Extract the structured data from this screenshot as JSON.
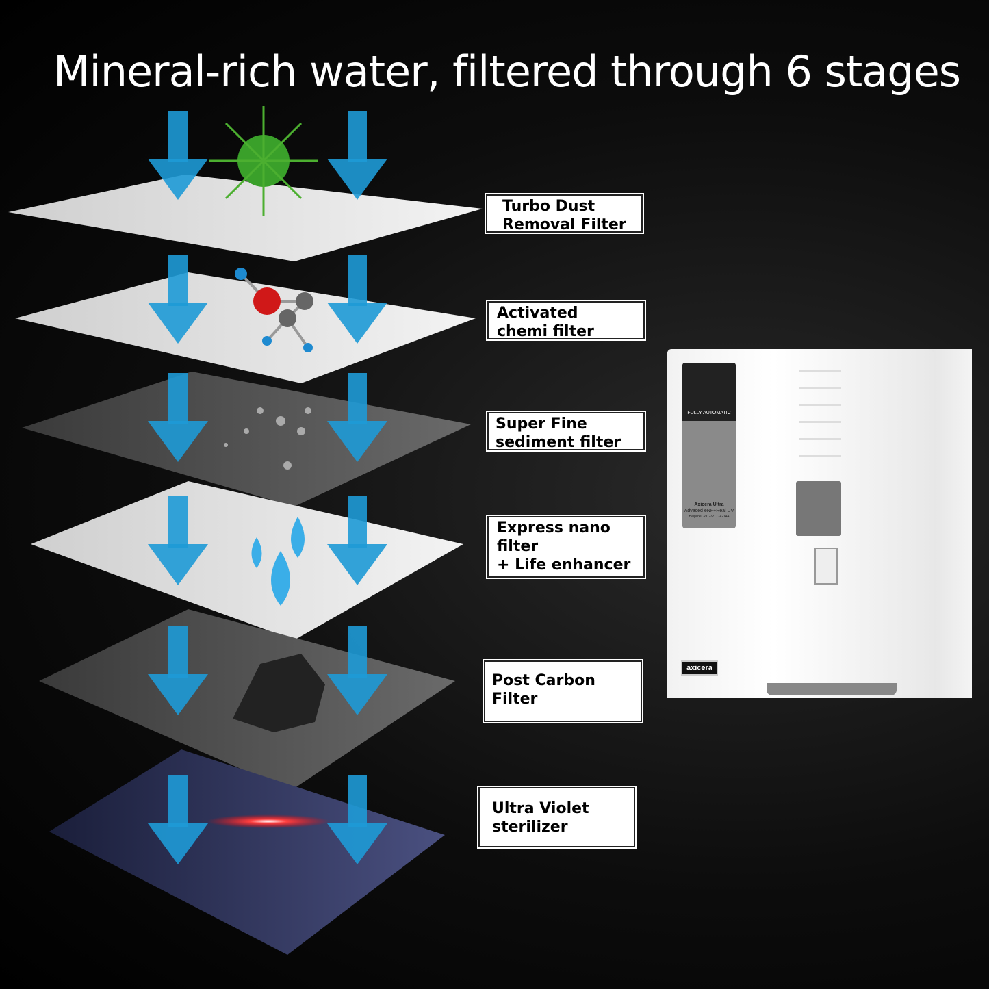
{
  "title": "Mineral-rich water, filtered through 6 stages",
  "stages": [
    {
      "label": "Turbo Dust\nRemoval Filter",
      "icon": "virus-icon"
    },
    {
      "label": "Activated\nchemi filter",
      "icon": "molecule-icon"
    },
    {
      "label": "Super Fine\nsediment filter",
      "icon": "sediment-icon"
    },
    {
      "label": "Express nano\nfilter\n+ Life enhancer",
      "icon": "water-drops-icon"
    },
    {
      "label": "Post Carbon\nFilter",
      "icon": "charcoal-icon"
    },
    {
      "label": "Ultra Violet\nsterilizer",
      "icon": "uv-light-icon"
    }
  ],
  "product": {
    "panel_text": "FULLY AUTOMATIC",
    "model": "Axicera Ultra",
    "subtitle": "Advaced eNF+Real UV",
    "helpline": "Helpline: +91-7217742144",
    "brand": "axicera"
  },
  "colors": {
    "arrow": "#1e9ad6",
    "uv": "#ff3030"
  }
}
